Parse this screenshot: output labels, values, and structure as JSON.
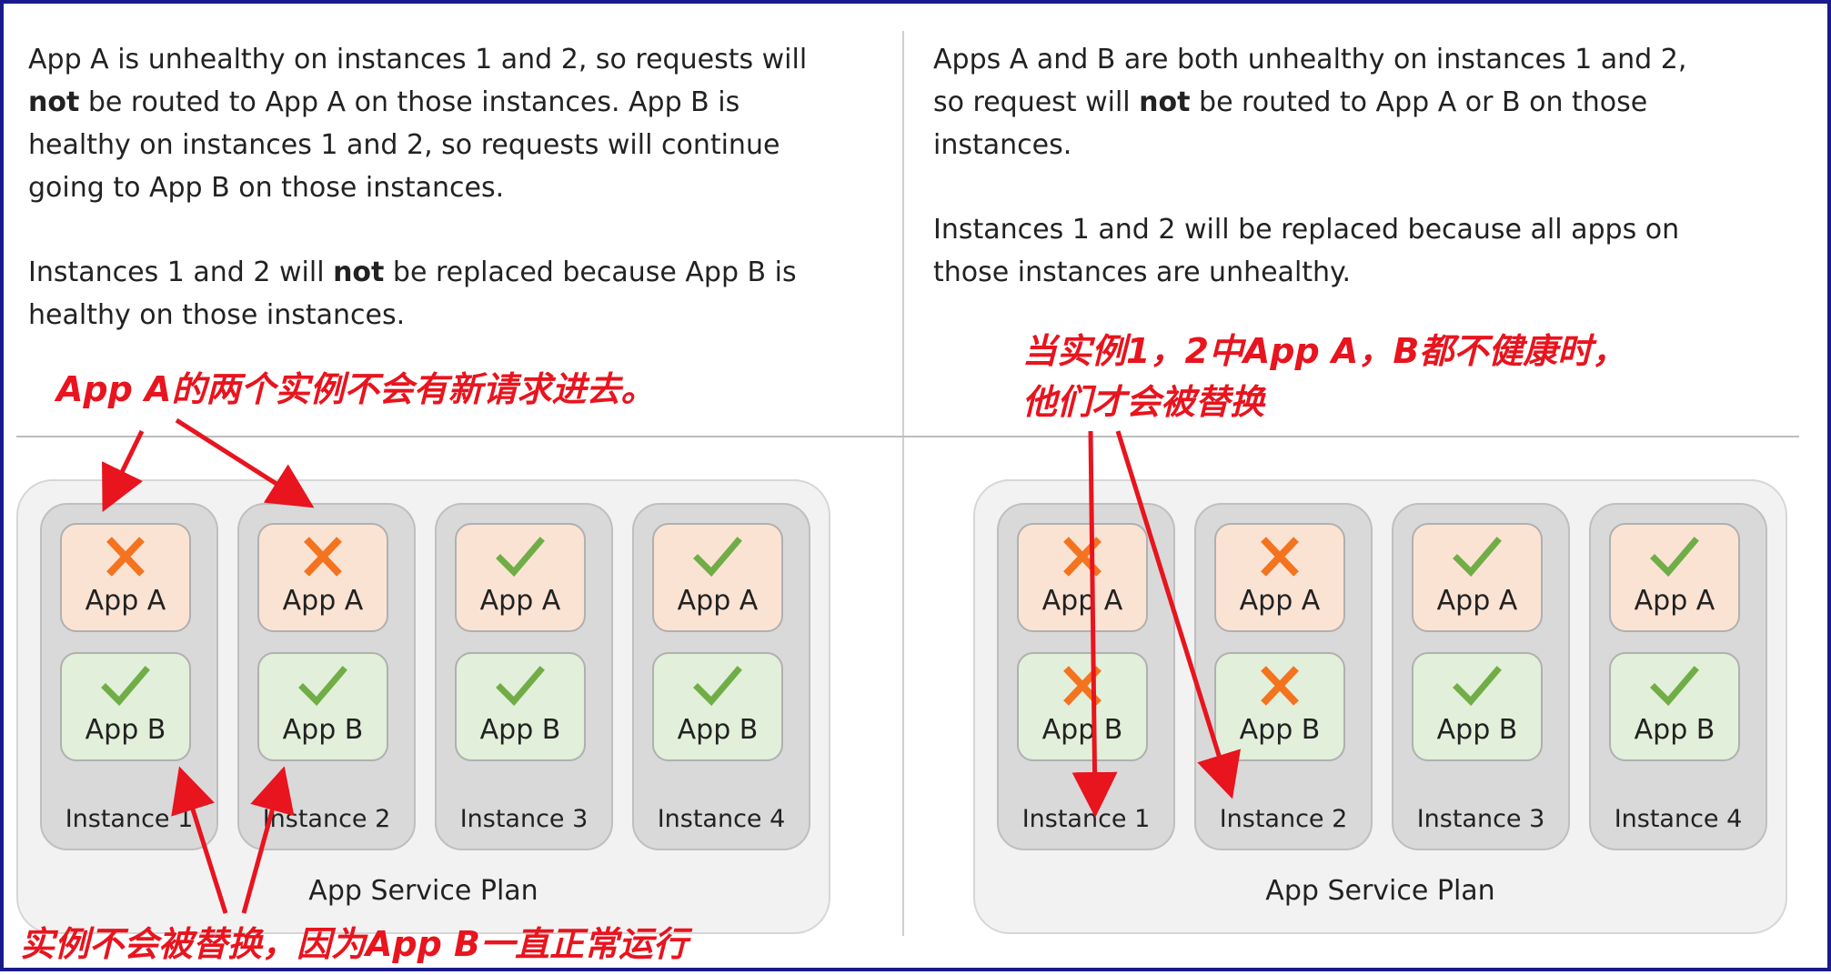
{
  "left_panel": {
    "paragraph1": {
      "t1": "App A is unhealthy on instances 1 and 2, so requests will",
      "b1": "not",
      "t2": " be routed to App A on those instances. App B is",
      "t3": "healthy on instances 1 and 2, so requests will continue",
      "t4": "going to App B on those instances."
    },
    "paragraph2": {
      "t1": "Instances 1 and 2 will ",
      "b1": "not",
      "t2": " be replaced because App B is",
      "t3": "healthy on those instances."
    },
    "note_top": "App A的两个实例不会有新请求进去。",
    "note_bottom": "实例不会被替换，因为App B一直正常运行",
    "plan": {
      "label": "App Service Plan",
      "instances": [
        {
          "label": "Instance 1",
          "app_a": {
            "label": "App A",
            "status": "cross-icon"
          },
          "app_b": {
            "label": "App B",
            "status": "check-icon"
          }
        },
        {
          "label": "Instance 2",
          "app_a": {
            "label": "App A",
            "status": "cross-icon"
          },
          "app_b": {
            "label": "App B",
            "status": "check-icon"
          }
        },
        {
          "label": "Instance 3",
          "app_a": {
            "label": "App A",
            "status": "check-icon"
          },
          "app_b": {
            "label": "App B",
            "status": "check-icon"
          }
        },
        {
          "label": "Instance 4",
          "app_a": {
            "label": "App A",
            "status": "check-icon"
          },
          "app_b": {
            "label": "App B",
            "status": "check-icon"
          }
        }
      ]
    }
  },
  "right_panel": {
    "paragraph1": {
      "t1": "Apps A and B are both unhealthy on instances 1 and 2,",
      "t2": "so request will ",
      "b1": "not",
      "t3": " be routed to App A or B on those",
      "t4": "instances."
    },
    "paragraph2": {
      "t1": "Instances 1 and 2 will be replaced because all apps on",
      "t2": "those instances are unhealthy."
    },
    "note_line1": "当实例1，2中App A，B都不健康时，",
    "note_line2": "他们才会被替换",
    "plan": {
      "label": "App Service Plan",
      "instances": [
        {
          "label": "Instance 1",
          "app_a": {
            "label": "App A",
            "status": "cross-icon"
          },
          "app_b": {
            "label": "App B",
            "status": "cross-icon"
          }
        },
        {
          "label": "Instance 2",
          "app_a": {
            "label": "App A",
            "status": "cross-icon"
          },
          "app_b": {
            "label": "App B",
            "status": "cross-icon"
          }
        },
        {
          "label": "Instance 3",
          "app_a": {
            "label": "App A",
            "status": "check-icon"
          },
          "app_b": {
            "label": "App B",
            "status": "check-icon"
          }
        },
        {
          "label": "Instance 4",
          "app_a": {
            "label": "App A",
            "status": "check-icon"
          },
          "app_b": {
            "label": "App B",
            "status": "check-icon"
          }
        }
      ]
    }
  },
  "colors": {
    "frame": "#1a1a8c",
    "annotation": "#e8141e",
    "check": "#70ad47",
    "cross": "#f4731f",
    "app_a_fill": "#fbe3d4",
    "app_b_fill": "#e2efda",
    "instance_fill": "#d9d9d9",
    "plan_fill": "#f2f2f2"
  }
}
